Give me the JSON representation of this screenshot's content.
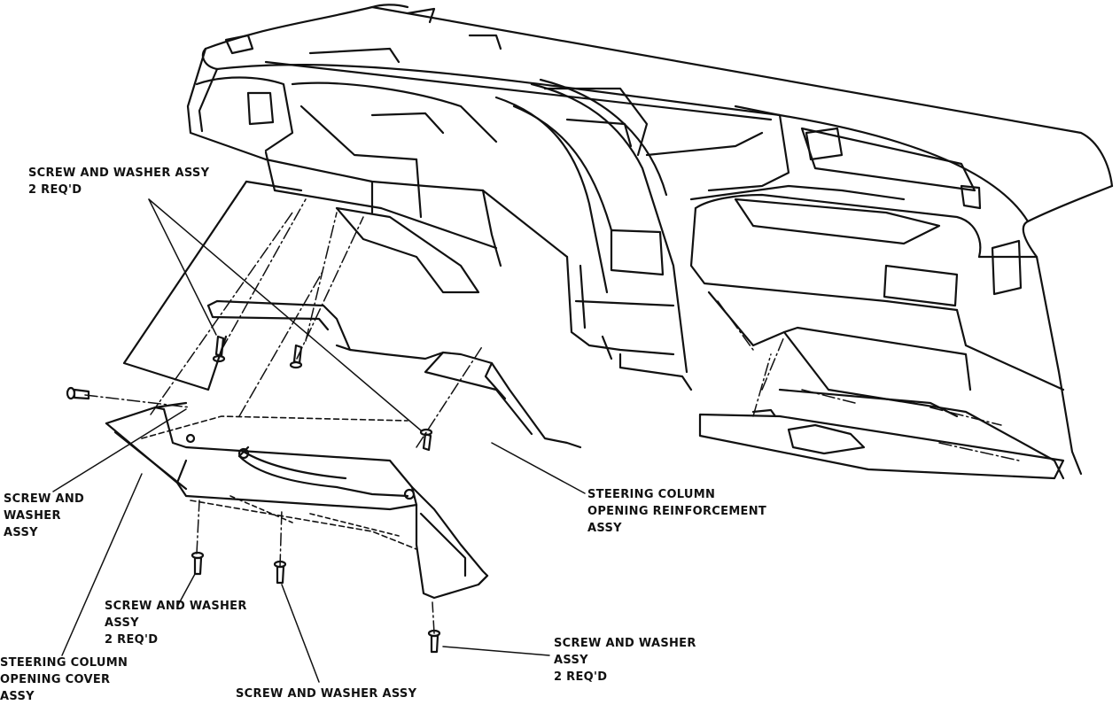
{
  "labels": {
    "screw_washer_top": [
      "SCREW AND WASHER ASSY",
      "2 REQ'D"
    ],
    "screw_washer_left": [
      "SCREW AND",
      "WASHER",
      "ASSY"
    ],
    "reinforcement": [
      "STEERING COLUMN",
      "OPENING REINFORCEMENT",
      "ASSY"
    ],
    "screw_washer_mid": [
      "SCREW AND WASHER",
      "ASSY",
      "2 REQ'D"
    ],
    "screw_washer_right": [
      "SCREW AND WASHER",
      "ASSY",
      "2 REQ'D"
    ],
    "cover": [
      "STEERING COLUMN",
      "OPENING COVER",
      "ASSY"
    ],
    "screw_washer_bottom": [
      "SCREW AND WASHER ASSY"
    ]
  },
  "colors": {
    "ink": "#111111",
    "background": "#ffffff"
  }
}
